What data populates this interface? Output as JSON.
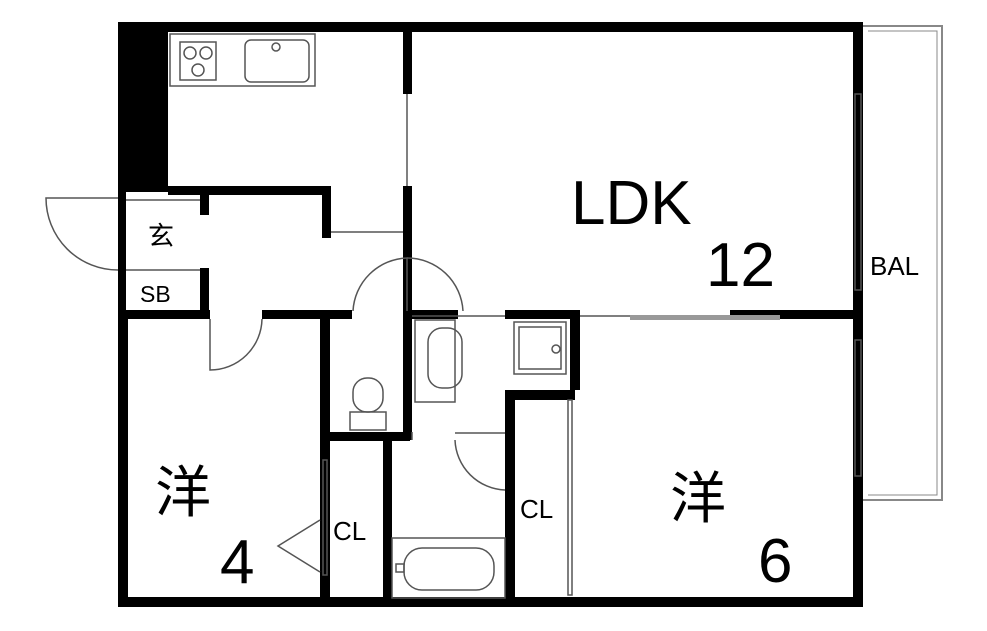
{
  "rooms": {
    "ldk_name": "LDK",
    "ldk_size": "12",
    "balcony": "BAL",
    "entrance": "玄",
    "shoebox": "SB",
    "western_left_name": "洋",
    "western_left_size": "4",
    "western_right_name": "洋",
    "western_right_size": "6",
    "closet_left": "CL",
    "closet_right": "CL"
  },
  "colors": {
    "wall": "#000000",
    "background": "#ffffff",
    "line": "#555555"
  }
}
